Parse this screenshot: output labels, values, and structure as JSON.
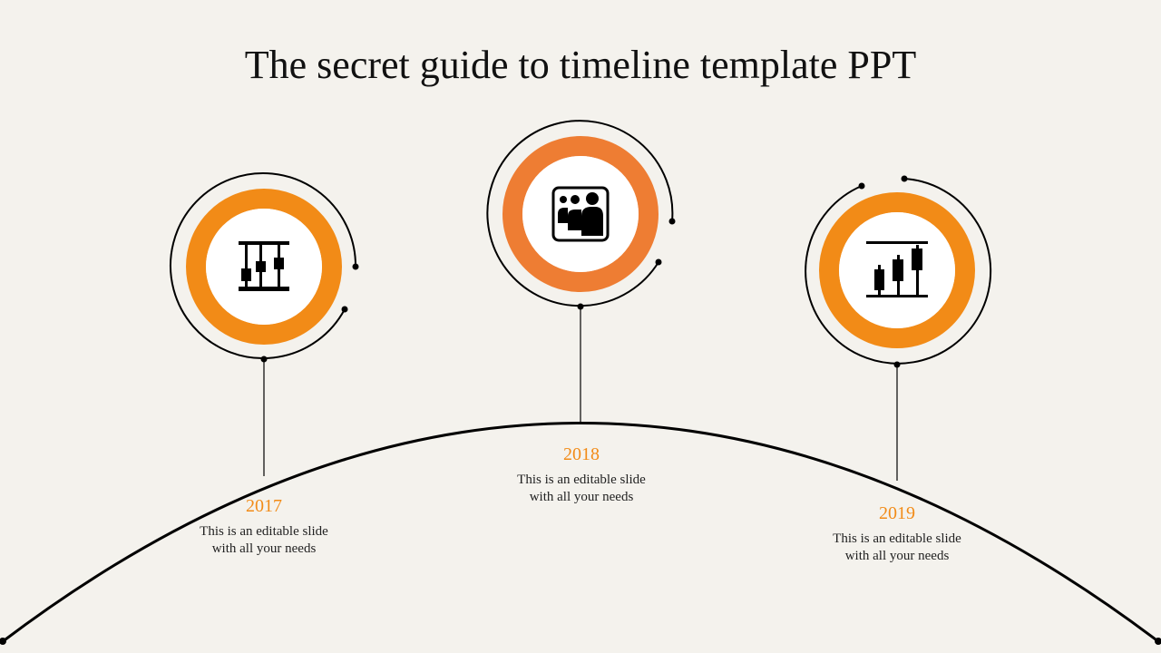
{
  "slide": {
    "title": "The secret guide to timeline template PPT",
    "accent_color": "#f28b17",
    "milestones": [
      {
        "year": "2017",
        "line1": "This is an editable slide",
        "line2": "with all your needs",
        "icon": "pulley-chart-icon",
        "ring_color": "#f28b17"
      },
      {
        "year": "2018",
        "line1": "This is an editable slide",
        "line2": "with all your needs",
        "icon": "team-group-icon",
        "ring_color": "#ee7d33"
      },
      {
        "year": "2019",
        "line1": "This is an editable slide",
        "line2": "with all your needs",
        "icon": "candlestick-chart-icon",
        "ring_color": "#f28b17"
      }
    ]
  }
}
